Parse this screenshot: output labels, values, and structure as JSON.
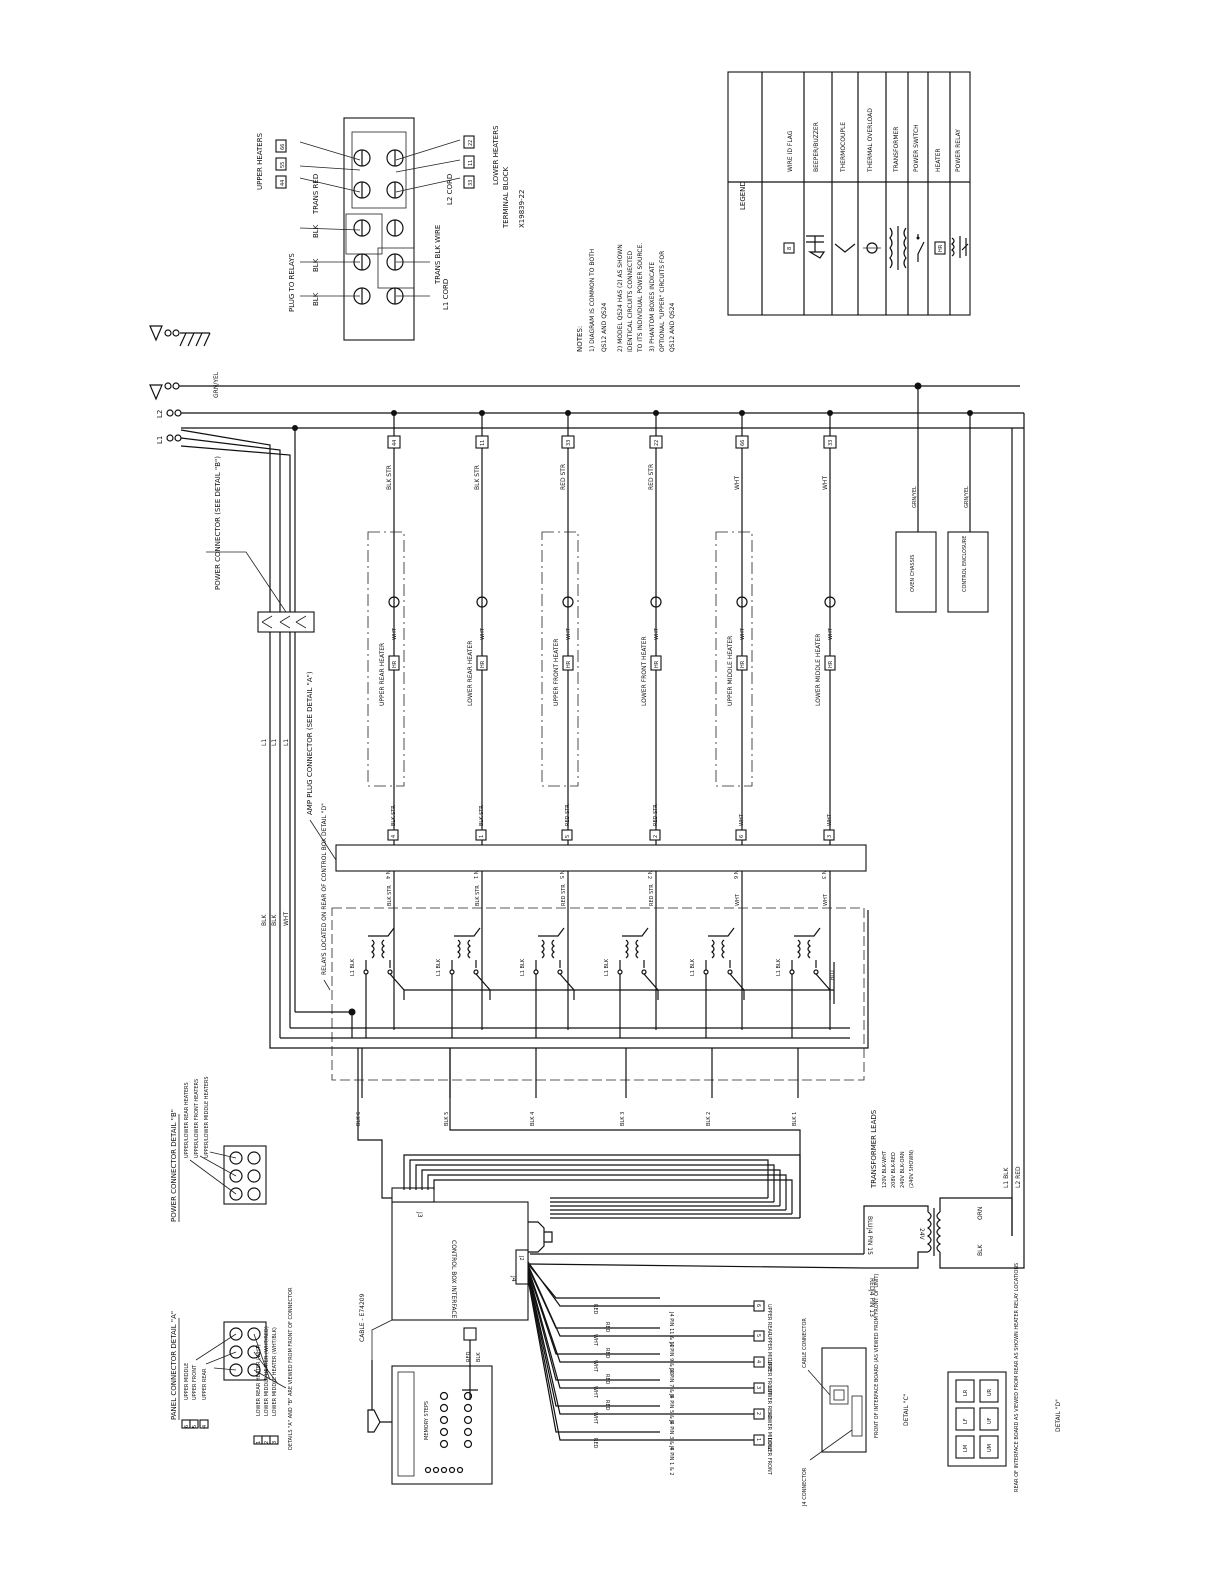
{
  "legend": {
    "title": "LEGEND",
    "items": [
      {
        "symbol": "wire-id-flag",
        "glyph": "8",
        "label": "WIRE ID FLAG"
      },
      {
        "symbol": "beeper-buzzer",
        "label": "BEEPER/BUZZER"
      },
      {
        "symbol": "thermocouple",
        "label": "THERMOCOUPLE"
      },
      {
        "symbol": "thermal-overload",
        "label": "THERMAL OVERLOAD"
      },
      {
        "symbol": "transformer",
        "label": "TRANSFORMER"
      },
      {
        "symbol": "power-switch",
        "label": "POWER SWITCH"
      },
      {
        "symbol": "heater",
        "glyph": "HR",
        "label": "HEATER"
      },
      {
        "symbol": "power-relay",
        "label": "POWER RELAY"
      }
    ]
  },
  "terminal_block": {
    "title": "TERMINAL BLOCK",
    "part": "X19839-22",
    "labels": [
      "UPPER HEATERS",
      "LOWER HEATERS",
      "TRANS RED",
      "L2 CORD",
      "PLUG TO RELAYS",
      "TRANS BLK WIRE",
      "L1 CORD"
    ],
    "wire_labels": [
      "BLK",
      "BLK",
      "BLK"
    ],
    "flags_left": [
      "66",
      "55",
      "44"
    ],
    "flags_right": [
      "22",
      "11",
      "33"
    ]
  },
  "notes": {
    "title": "NOTES:",
    "lines": [
      "1) DIAGRAM IS COMMON TO BOTH",
      "QS12 AND QS24",
      "2) MODEL QS24 HAS (2) AS SHOWN",
      "IDENTICAL CIRCUITS CONNECTED",
      "TO ITS INDIVIDUAL POWER SOURCE.",
      "3) PHANTOM BOXES INDICATE",
      "OPTIONAL \"UPPER\" CIRCUITS FOR",
      "QS12 AND QS24"
    ]
  },
  "power": {
    "lines": [
      "L1",
      "L2"
    ],
    "ground": "GRN/YEL",
    "power_connector": "POWER CONNECTOR (SEE DETAIL \"B\")",
    "l1_labels": [
      "L1",
      "L1",
      "L1"
    ],
    "wire_colors": [
      "BLK",
      "BLK",
      "WHT"
    ]
  },
  "heaters": [
    {
      "name": "UPPER REAR HEATER",
      "top_wire": "BLK STR",
      "flag": "44",
      "connector_wire": "BLK STR",
      "pin": "PIN 4",
      "pin_flag": "4",
      "relay_wire": "BLK STR",
      "phantom": true
    },
    {
      "name": "LOWER REAR HEATER",
      "top_wire": "BLK STR",
      "flag": "11",
      "connector_wire": "BLK STR",
      "pin": "PIN 1",
      "pin_flag": "1",
      "relay_wire": "BLK STR",
      "phantom": false
    },
    {
      "name": "UPPER FRONT HEATER",
      "top_wire": "RED STR",
      "flag": "33",
      "connector_wire": "RED STR",
      "pin": "PIN 5",
      "pin_flag": "5",
      "relay_wire": "RED STR",
      "phantom": true
    },
    {
      "name": "LOWER FRONT HEATER",
      "top_wire": "RED STR",
      "flag": "22",
      "connector_wire": "RED STR",
      "pin": "PIN 2",
      "pin_flag": "2",
      "relay_wire": "RED STR",
      "phantom": false
    },
    {
      "name": "UPPER MIDDLE HEATER",
      "top_wire": "WHT",
      "flag": "66",
      "connector_wire": "WHT",
      "pin": "PIN 6",
      "pin_flag": "6",
      "relay_wire": "WHT",
      "phantom": true
    },
    {
      "name": "LOWER MIDDLE HEATER",
      "top_wire": "WHT",
      "flag": "33",
      "connector_wire": "WHT",
      "pin": "PIN 3",
      "pin_flag": "3",
      "relay_wire": "WHT",
      "phantom": false
    }
  ],
  "heater_flag": "HR",
  "heater_wire": "WHT",
  "amp_plug": "AMP PLUG CONNECTOR (SEE DETAIL \"A\")",
  "relays_note": "RELAYS LOCATED ON REAR OF CONTROL BOX DETAIL \"D\"",
  "relay_l1": [
    "L1 BLK",
    "L1 BLK",
    "L1 BLK",
    "L1 BLK",
    "L1 BLK",
    "L1 BLK"
  ],
  "relay_blu": "BLU",
  "relay_blk": [
    "BLK 6",
    "BLK 5",
    "BLK 4",
    "BLK 3",
    "BLK 2",
    "BLK 1"
  ],
  "chassis_boxes": [
    {
      "label": "OVEN CHASSIS",
      "wire": "GRN/YEL"
    },
    {
      "label": "CONTROL ENCLOSURE",
      "wire": "GRN/YEL"
    }
  ],
  "transformer": {
    "title": "TRANSFORMER LEADS",
    "lines": [
      "120V BLK-WHT",
      "208V BLK-RED",
      "240V BLK-ORN",
      "(240V SHOWN)"
    ],
    "wires": [
      "L1 BLK",
      "L2 RED",
      "ORN",
      "BLK",
      "BLU",
      "J4 PIN 15",
      "RED",
      "J4 PIN 13"
    ],
    "label": "24V"
  },
  "control_box": {
    "label": "CONTROL BOX INTERFACE",
    "j3": "J3",
    "j4": "J4",
    "j2": "J2",
    "cable": "CABLE - E74209"
  },
  "display": {
    "label": "MEMORY STEPS"
  },
  "j4_leads": [
    {
      "wire": "RED",
      "pin": "J4 PIN 11 & 12",
      "flag": "6",
      "name": "UPPER REAR"
    },
    {
      "wire": "WHT",
      "pin": "J4 PIN 9 & 10",
      "flag": "5",
      "name": "UPPER MIDDLE",
      "wire2": "RED"
    },
    {
      "wire": "WHT",
      "pin": "J4 PIN 7 & 8",
      "flag": "4",
      "name": "UPPER FRONT",
      "wire2": "RED"
    },
    {
      "wire": "WHT",
      "pin": "J4 PIN 5 & 6",
      "flag": "3",
      "name": "LOWER REAR",
      "wire2": "RED"
    },
    {
      "wire": "WHT",
      "pin": "J4 PIN 3 & 4",
      "flag": "2",
      "name": "LOWER MIDDLE",
      "wire2": "RED"
    },
    {
      "wire": "RED",
      "pin": "J4 PIN 1 & 2",
      "flag": "1",
      "name": "LOWER FRONT"
    }
  ],
  "probe_wires": [
    "RED",
    "BLK"
  ],
  "detail_a": {
    "title": "PANEL CONNECTOR DETAIL \"A\"",
    "items": [
      {
        "flag": "6",
        "text": "UPPER MIDDLE"
      },
      {
        "flag": "5",
        "text": "UPPER FRONT"
      },
      {
        "flag": "4",
        "text": "UPPER REAR"
      },
      {
        "flag": "1",
        "text": "LOWER REAR HEATER (WHT)"
      },
      {
        "flag": "2",
        "text": "LOWER MIDDLE HEATER (WHT/RED)"
      },
      {
        "flag": "3",
        "text": "LOWER MIDDLE HEATER (WHT/BLK)"
      }
    ],
    "note": "DETAILS \"A\" AND \"B\" ARE VIEWED FROM FRONT OF CONNECTOR"
  },
  "detail_b": {
    "title": "POWER CONNECTOR DETAIL \"B\"",
    "items": [
      "UPPER/LOWER REAR HEATERS",
      "UPPER/LOWER FRONT HEATERS",
      "UPPER/LOWER MIDDLE HEATERS"
    ]
  },
  "detail_c": {
    "title": "DETAIL \"C\"",
    "cable_connector": "CABLE CONNECTOR",
    "j4_connector": "J4 CONNECTOR",
    "note": "FRONT OF INTERFACE BOARD (AS VIEWED FROM FRONT OF UNIT)"
  },
  "detail_d": {
    "title": "DETAIL \"D\"",
    "cells": [
      "LR",
      "UR",
      "LF",
      "UF",
      "LM",
      "UM"
    ],
    "note": "REAR OF INTERFACE BOARD AS VIEWED FROM REAR AS SHOWN HEATER RELAY LOCATIONS"
  }
}
